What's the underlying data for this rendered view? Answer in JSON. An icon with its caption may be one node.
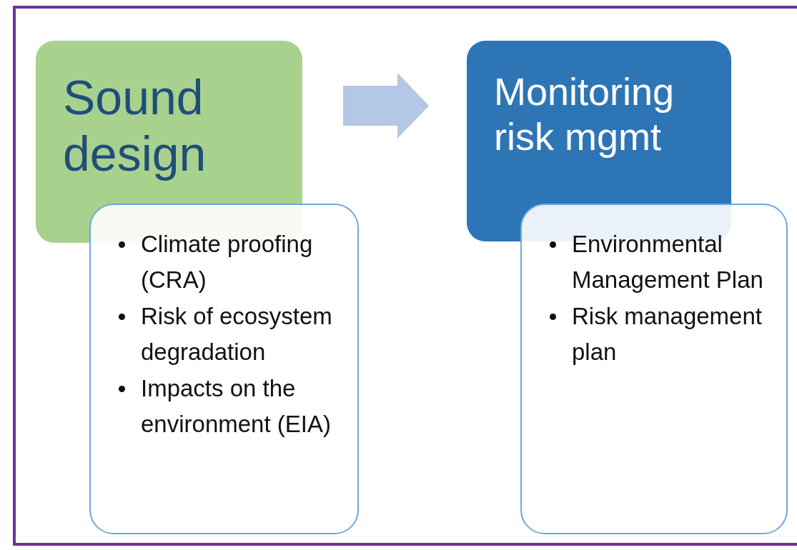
{
  "diagram": {
    "nodes": [
      {
        "text": [
          "Sound design"
        ]
      },
      {
        "text": [
          "Climate proofing (CRA)",
          "Risk of ecosystem degradation",
          "Impacts on the environment (EIA)"
        ]
      },
      {
        "text": [
          "Monitoring risk mgmt"
        ]
      },
      {
        "text": [
          "Environmental Management Plan",
          "Risk management plan"
        ]
      }
    ],
    "edges": [
      {
        "from": 0,
        "to": 2,
        "arrow": "to",
        "style": "thick"
      }
    ]
  }
}
